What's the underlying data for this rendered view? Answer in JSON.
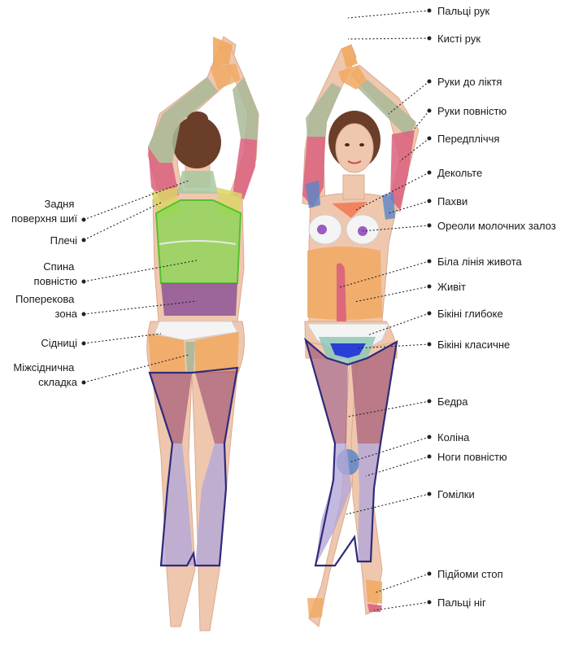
{
  "zone_colors": {
    "pink": "#d9607e",
    "sage": "#a8b898",
    "orange": "#f0a860",
    "lime": "#7ed84a",
    "purple": "#8a4c96",
    "violet": "#9a5cc0",
    "blue": "#2a3fd6",
    "steelblue": "#5a86c8",
    "mauve": "#a8607a",
    "lavender": "#b4a8d8",
    "yellow": "#dcd468",
    "teal": "#8ec8b8",
    "outline": "#2e2a7a"
  },
  "back_labels": [
    {
      "lines": [
        "Задня",
        "поверхня шиї"
      ]
    },
    {
      "lines": [
        "Плечі"
      ]
    },
    {
      "lines": [
        "Спина",
        "повністю"
      ]
    },
    {
      "lines": [
        "Поперекова",
        "зона"
      ]
    },
    {
      "lines": [
        "Сідниці"
      ]
    },
    {
      "lines": [
        "Міжсіднична",
        "складка"
      ]
    }
  ],
  "front_labels": [
    {
      "text": "Пальці рук"
    },
    {
      "text": "Кисті рук"
    },
    {
      "text": "Руки до ліктя"
    },
    {
      "text": "Руки повністю"
    },
    {
      "text": "Передпліччя"
    },
    {
      "text": "Декольте"
    },
    {
      "text": "Пахви"
    },
    {
      "text": "Ореоли молочних залоз"
    },
    {
      "text": "Біла лінія живота"
    },
    {
      "text": "Живіт"
    },
    {
      "text": "Бікіні глибоке"
    },
    {
      "text": "Бікіні класичне"
    },
    {
      "text": "Бедра"
    },
    {
      "text": "Коліна"
    },
    {
      "text": "Ноги повністю"
    },
    {
      "text": "Гомілки"
    },
    {
      "text": "Підйоми стоп"
    },
    {
      "text": "Пальці ніг"
    }
  ]
}
